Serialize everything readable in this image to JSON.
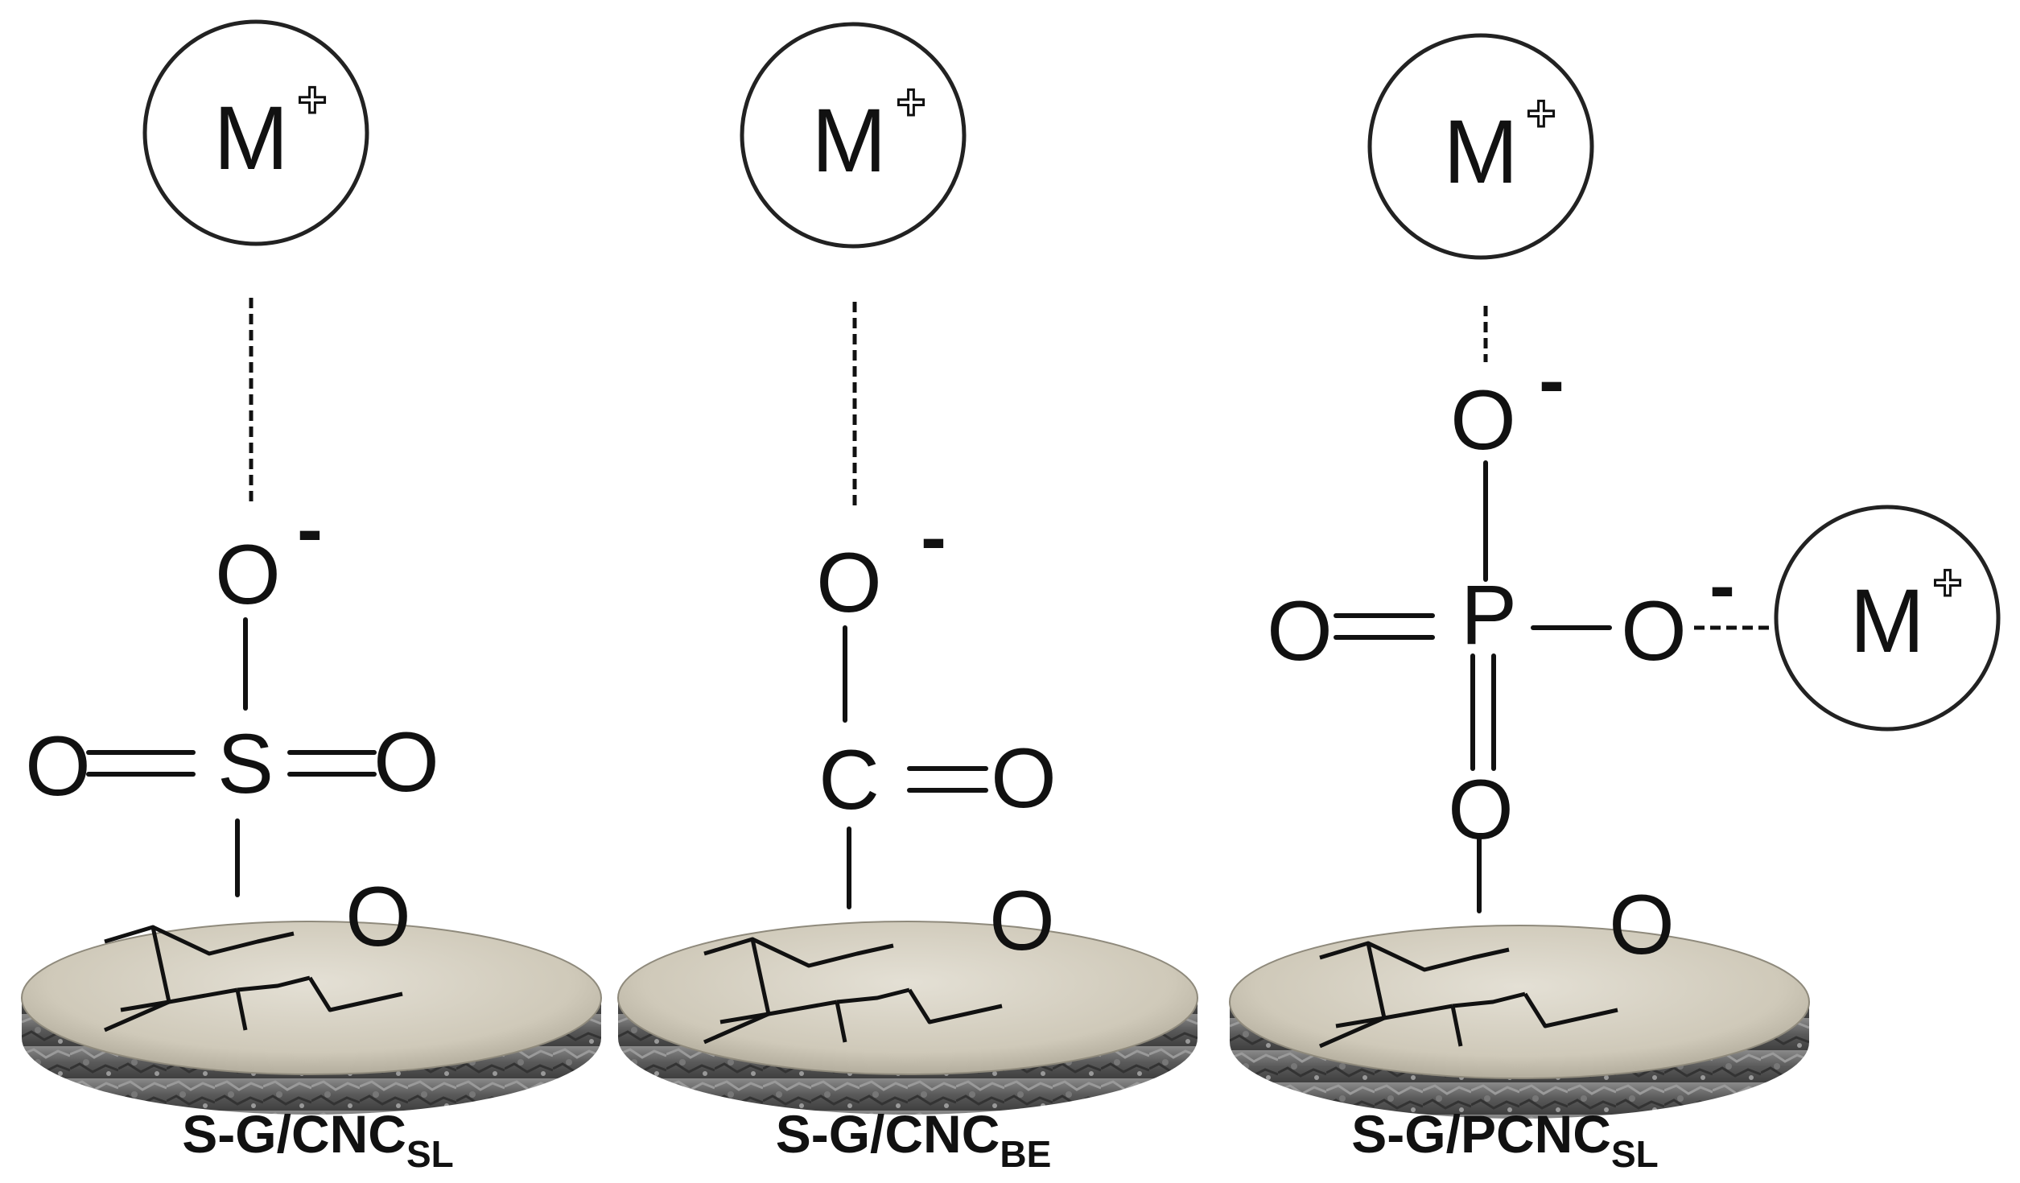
{
  "ion": {
    "symbol": "M",
    "charge": "+"
  },
  "atoms": {
    "O": "O",
    "S": "S",
    "C": "C",
    "P": "P"
  },
  "charge_minus": "-",
  "panels": [
    {
      "label_main": "S-G/CNC",
      "label_sub": "SL",
      "group": "sulfate"
    },
    {
      "label_main": "S-G/CNC",
      "label_sub": "BE",
      "group": "carboxylate"
    },
    {
      "label_main": "S-G/PCNC",
      "label_sub": "SL",
      "group": "phosphate"
    }
  ],
  "colors": {
    "disc_top": "#c9c3b3",
    "disc_side": "#6b6b6b",
    "line": "#111111"
  }
}
